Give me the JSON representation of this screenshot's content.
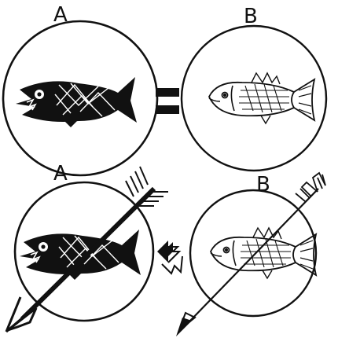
{
  "panels": [
    {
      "label": "A",
      "fish": "dark-fish",
      "pierced": false
    },
    {
      "label": "B",
      "fish": "light-fish",
      "pierced": false
    },
    {
      "label": "A",
      "fish": "dark-fish",
      "pierced": true
    },
    {
      "label": "B",
      "fish": "light-fish",
      "pierced": true
    }
  ],
  "relations": {
    "top": "equals-sign",
    "bottom": "double-arrow-sign"
  },
  "colors": {
    "ink": "#111111",
    "paper": "#ffffff"
  }
}
